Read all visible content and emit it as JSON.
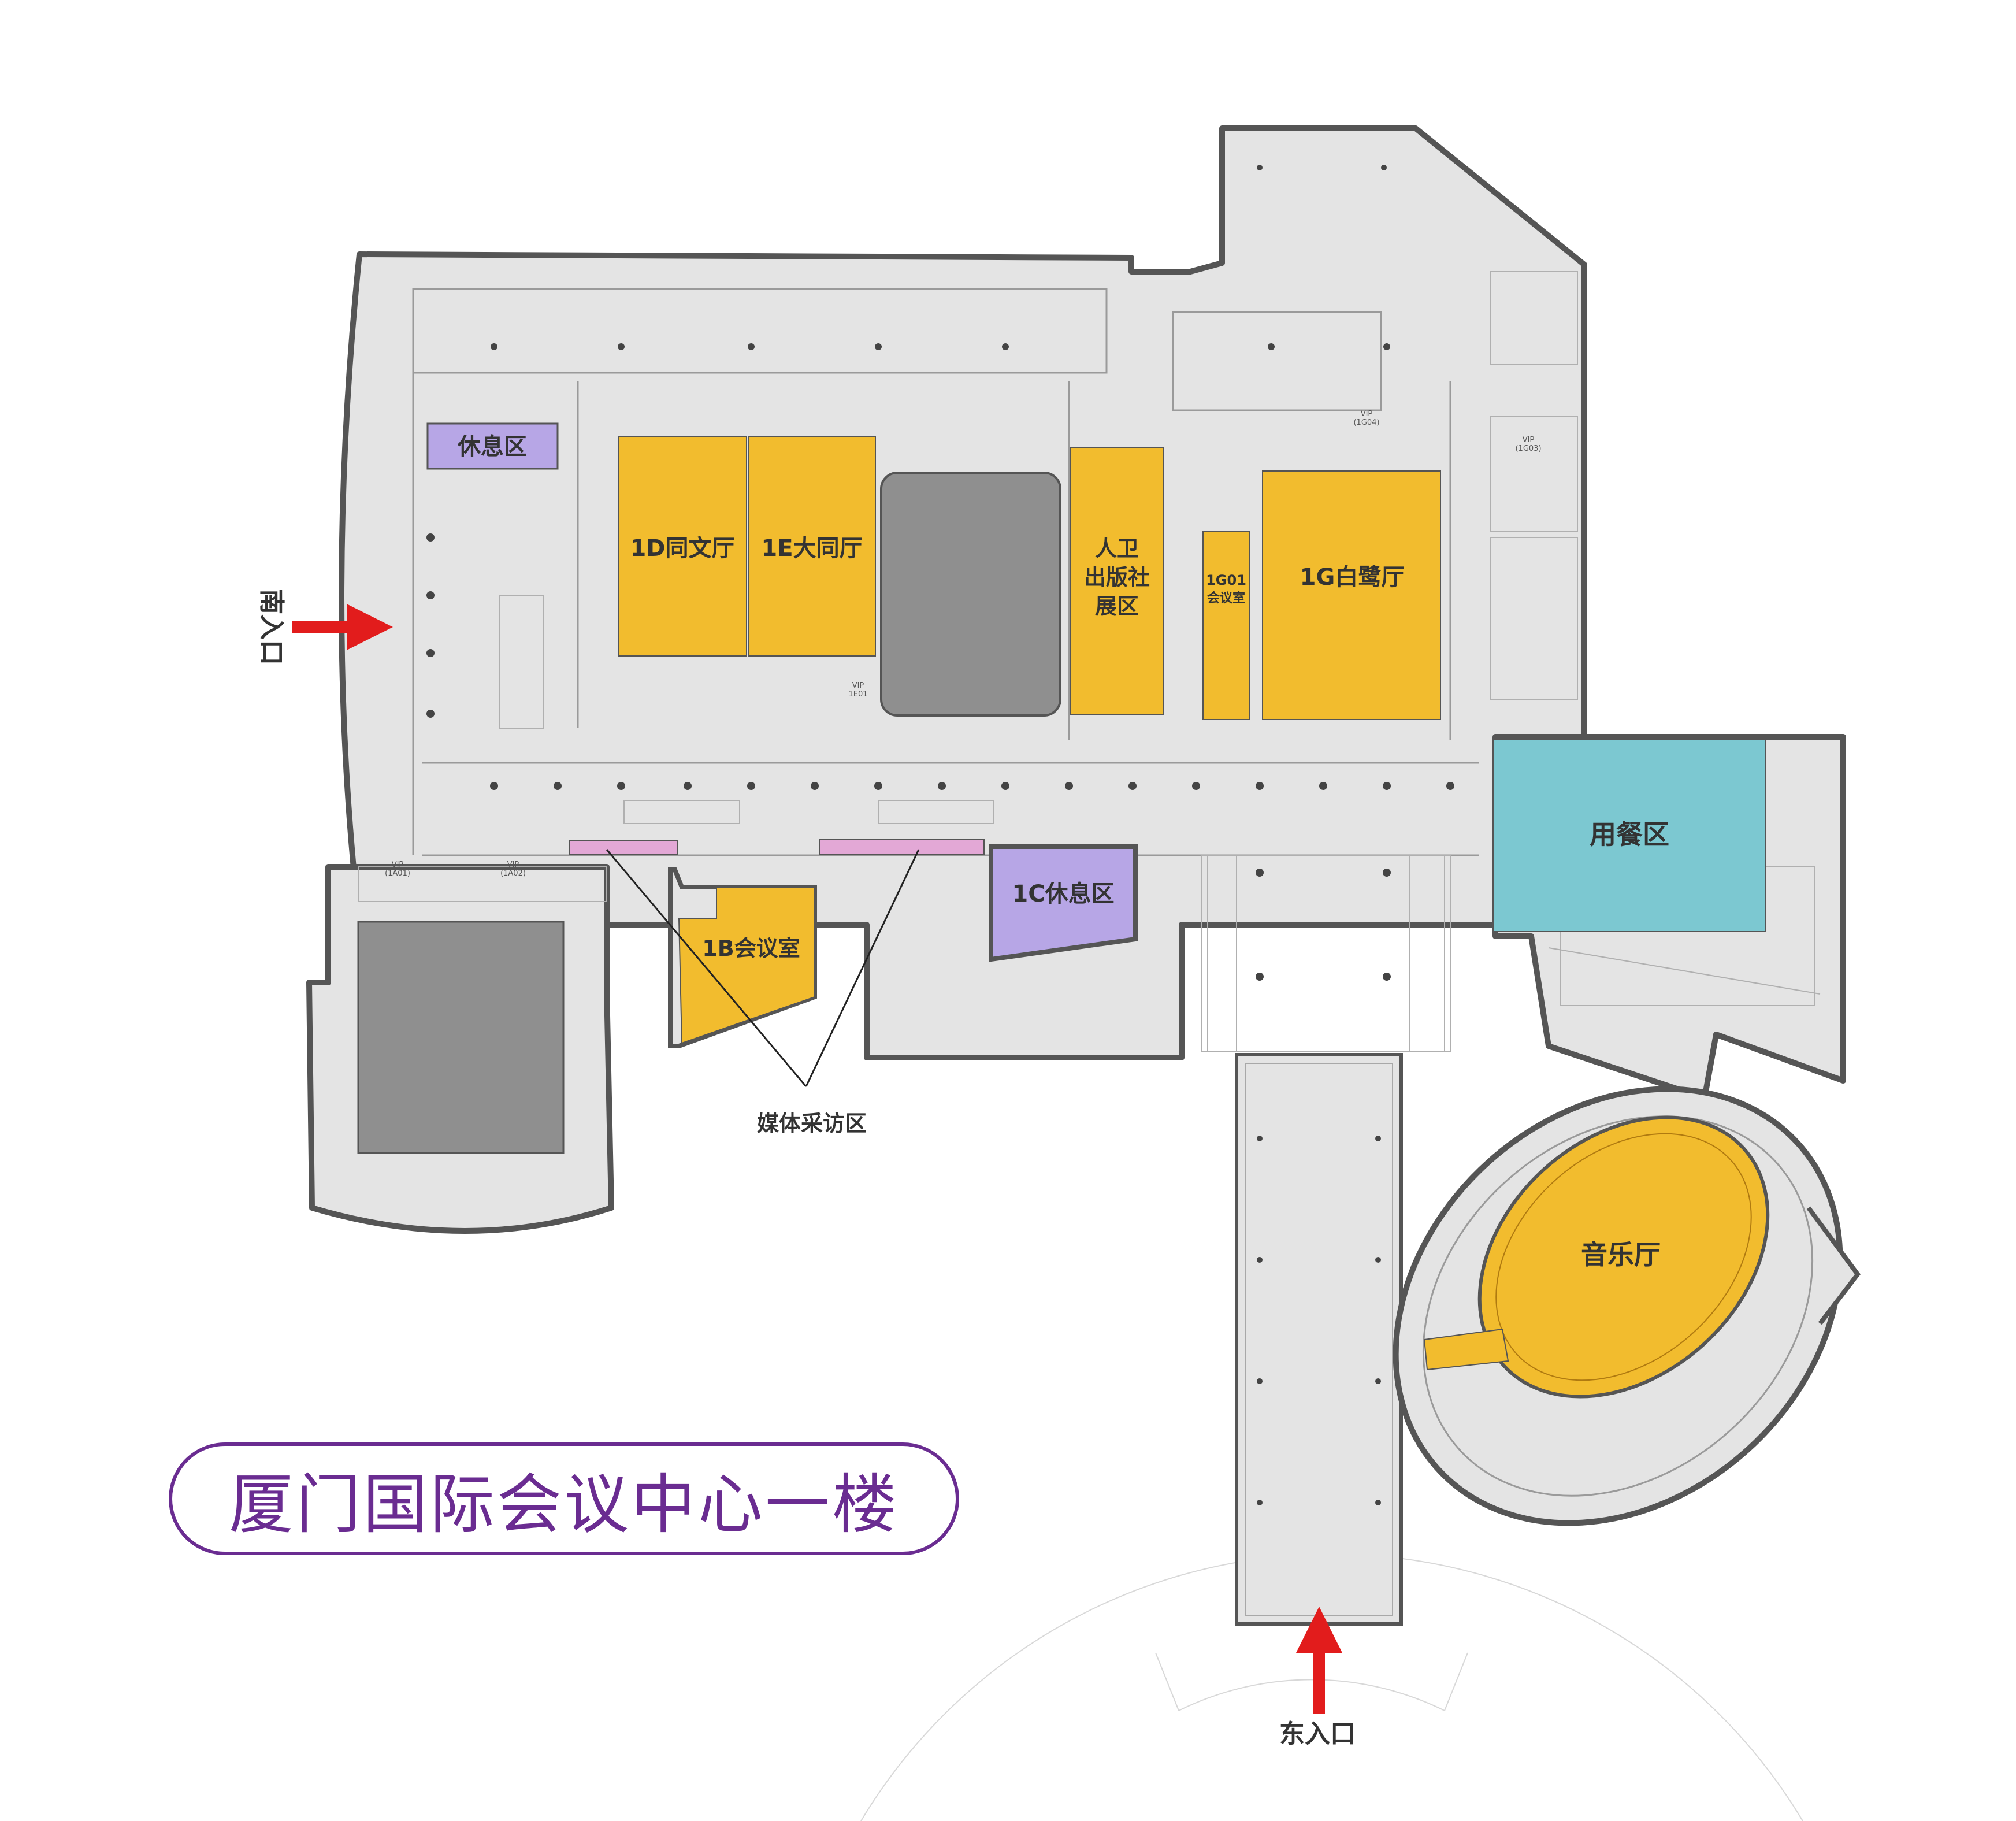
{
  "title": "厦门国际会议中心一楼",
  "colors": {
    "hall": "#f2bc2e",
    "lounge": "#b7a6e6",
    "dining": "#7cc8d1",
    "media": "#e3a8d6",
    "screen": "#8f8f8f",
    "floor": "#e4e4e4",
    "outline": "#555555",
    "arrow": "#e21c1c",
    "title": "#6a2c91"
  },
  "entrances": {
    "south": "南入口",
    "east": "东入口"
  },
  "rooms": {
    "lounge_top": "休息区",
    "hall_1d": "1D同文厅",
    "hall_1e": "1E大同厅",
    "publisher_line1": "人卫",
    "publisher_line2": "出版社",
    "publisher_line3": "展区",
    "room_1g01_line1": "1G01",
    "room_1g01_line2": "会议室",
    "hall_1g": "1G白鹭厅",
    "dining": "用餐区",
    "lounge_1c": "1C休息区",
    "room_1b": "1B会议室",
    "concert_hall": "音乐厅",
    "media_area": "媒体采访区"
  },
  "vip_rooms": {
    "vip_1a01": "VIP",
    "vip_1a01_code": "(1A01)",
    "vip_1a02": "VIP",
    "vip_1a02_code": "(1A02)",
    "vip_1e01": "VIP",
    "vip_1e01_code": "1E01",
    "vip_1g04": "VIP",
    "vip_1g04_code": "(1G04)",
    "vip_1g03": "VIP",
    "vip_1g03_code": "(1G03)"
  },
  "icons": [
    "entrance-arrow-icon"
  ]
}
